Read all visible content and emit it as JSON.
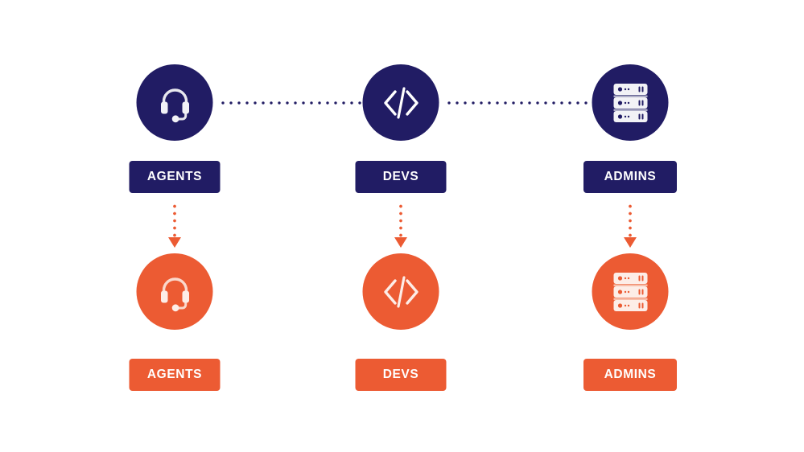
{
  "diagram": {
    "background_color": "#FFFFFF",
    "palette": {
      "navy": "#211C64",
      "orange": "#EC5B33",
      "icon_light": "#E8E8EE",
      "label_text": "#FFFFFF"
    },
    "rows": [
      {
        "id": "top-row",
        "style": "navy",
        "color": "#211C64",
        "connector": "dotted-horizontal",
        "nodes": [
          {
            "id": "agents",
            "icon": "headset-icon",
            "label": "AGENTS"
          },
          {
            "id": "devs",
            "icon": "code-brackets-icon",
            "label": "DEVS"
          },
          {
            "id": "admins",
            "icon": "server-rack-icon",
            "label": "ADMINS"
          }
        ]
      },
      {
        "id": "bottom-row",
        "style": "orange",
        "color": "#EC5B33",
        "connector": "none",
        "nodes": [
          {
            "id": "agents",
            "icon": "headset-icon",
            "label": "AGENTS"
          },
          {
            "id": "devs",
            "icon": "code-brackets-icon",
            "label": "DEVS"
          },
          {
            "id": "admins",
            "icon": "server-rack-icon",
            "label": "ADMINS"
          }
        ]
      }
    ],
    "arrows": [
      {
        "id": "arrow-agents",
        "direction": "down",
        "style": "dotted",
        "color": "#EC5B33"
      },
      {
        "id": "arrow-devs",
        "direction": "down",
        "style": "dotted",
        "color": "#EC5B33"
      },
      {
        "id": "arrow-admins",
        "direction": "down",
        "style": "dotted",
        "color": "#EC5B33"
      }
    ],
    "connectors": [
      {
        "id": "connector-agents-devs",
        "style": "dotted",
        "color": "#211C64"
      },
      {
        "id": "connector-devs-admins",
        "style": "dotted",
        "color": "#211C64"
      }
    ]
  }
}
